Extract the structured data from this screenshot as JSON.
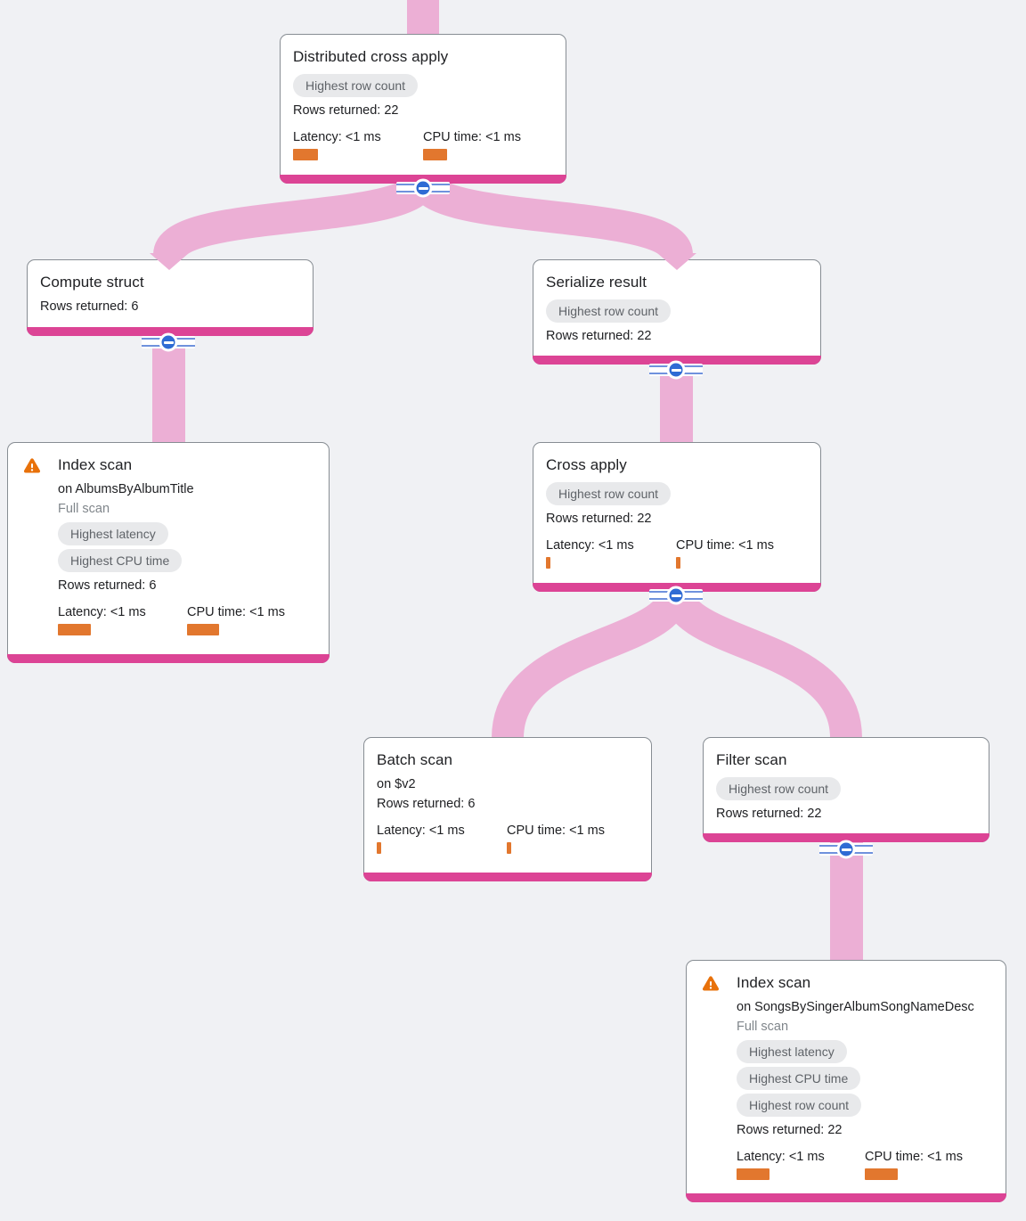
{
  "colors": {
    "background": "#F0F1F4",
    "edge_pink": "#ECAFD5",
    "node_accent_bar": "#DC4495",
    "metric_bar_orange": "#E2772E",
    "badge_background": "#E8E9EB",
    "badge_text": "#5F6368",
    "collapse_button_blue": "#2F6BD4",
    "warning_icon_orange": "#E8710A"
  },
  "nodes": {
    "distributed_cross_apply": {
      "title": "Distributed cross apply",
      "badge": "Highest row count",
      "rows": "Rows returned: 22",
      "latency": "Latency: <1 ms",
      "cpu": "CPU time: <1 ms",
      "latency_bar": "28px",
      "cpu_bar": "27px"
    },
    "compute_struct": {
      "title": "Compute struct",
      "rows": "Rows returned: 6"
    },
    "serialize_result": {
      "title": "Serialize result",
      "badge": "Highest row count",
      "rows": "Rows returned: 22"
    },
    "index_scan_albums": {
      "title": "Index scan",
      "on": "on AlbumsByAlbumTitle",
      "scan_type": "Full scan",
      "badge1": "Highest latency",
      "badge2": "Highest CPU time",
      "rows": "Rows returned: 6",
      "latency": "Latency: <1 ms",
      "cpu": "CPU time: <1 ms",
      "latency_bar": "37px",
      "cpu_bar": "36px"
    },
    "cross_apply": {
      "title": "Cross apply",
      "badge": "Highest row count",
      "rows": "Rows returned: 22",
      "latency": "Latency: <1 ms",
      "cpu": "CPU time: <1 ms",
      "latency_bar": "5px",
      "cpu_bar": "5px"
    },
    "batch_scan": {
      "title": "Batch scan",
      "on": "on $v2",
      "rows": "Rows returned: 6",
      "latency": "Latency: <1 ms",
      "cpu": "CPU time: <1 ms",
      "latency_bar": "5px",
      "cpu_bar": "5px"
    },
    "filter_scan": {
      "title": "Filter scan",
      "badge": "Highest row count",
      "rows": "Rows returned: 22"
    },
    "index_scan_songs": {
      "title": "Index scan",
      "on": "on SongsBySingerAlbumSongNameDesc",
      "scan_type": "Full scan",
      "badge1": "Highest latency",
      "badge2": "Highest CPU time",
      "badge3": "Highest row count",
      "rows": "Rows returned: 22",
      "latency": "Latency: <1 ms",
      "cpu": "CPU time: <1 ms",
      "latency_bar": "37px",
      "cpu_bar": "37px"
    }
  }
}
